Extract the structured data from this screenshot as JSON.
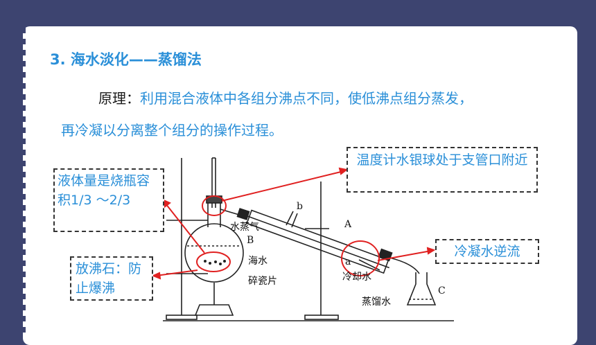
{
  "heading": "3. 海水淡化——蒸馏法",
  "principle": {
    "label": "原理：",
    "line1": "利用混合液体中各组分沸点不同，使低沸点组分蒸发，",
    "line2": "再冷凝以分离整个组分的操作过程。"
  },
  "callouts": {
    "liquid": "液体量是烧瓶容积1/3 ～2/3",
    "stones": "放沸石：防止爆沸",
    "thermometer": "温度计水银球处于支管口附近",
    "condenser": "冷凝水逆流"
  },
  "apparatus_labels": {
    "a": "a",
    "b": "b",
    "A": "A",
    "B": "B",
    "C": "C",
    "vapor": "水蒸气",
    "seawater": "海水",
    "chips": "碎瓷片",
    "cooling": "冷却水",
    "distilled": "蒸馏水"
  },
  "colors": {
    "accent": "#2a8fd8",
    "arrow": "#e02020",
    "background": "#3d4470"
  }
}
